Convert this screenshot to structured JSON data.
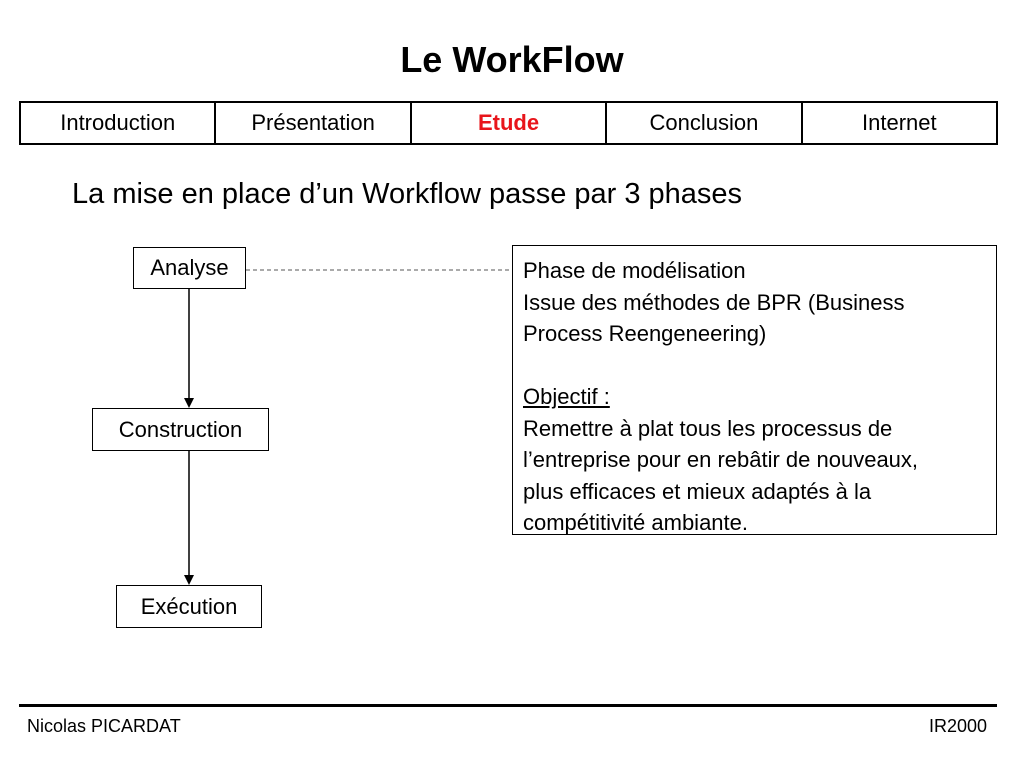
{
  "slide": {
    "title": "Le WorkFlow",
    "intro": "La mise en place d’un Workflow passe par 3 phases"
  },
  "nav": {
    "tabs": [
      {
        "label": "Introduction",
        "active": false
      },
      {
        "label": "Présentation",
        "active": false
      },
      {
        "label": "Etude",
        "active": true
      },
      {
        "label": "Conclusion",
        "active": false
      },
      {
        "label": "Internet",
        "active": false
      }
    ],
    "active_color": "#e8151b"
  },
  "phases": [
    {
      "label": "Analyse"
    },
    {
      "label": "Construction"
    },
    {
      "label": "Exécution"
    }
  ],
  "description": {
    "line1": "Phase de modélisation",
    "line2": "Issue des méthodes de BPR (Business",
    "line3": "Process Reengeneering)",
    "objective_heading": "Objectif :",
    "line4": "Remettre à plat tous les processus de",
    "line5": "l’entreprise pour en rebâtir de nouveaux,",
    "line6": "plus efficaces et mieux adaptés à la",
    "line7": "compétitivité ambiante."
  },
  "footer": {
    "author": "Nicolas PICARDAT",
    "code": "IR2000"
  }
}
